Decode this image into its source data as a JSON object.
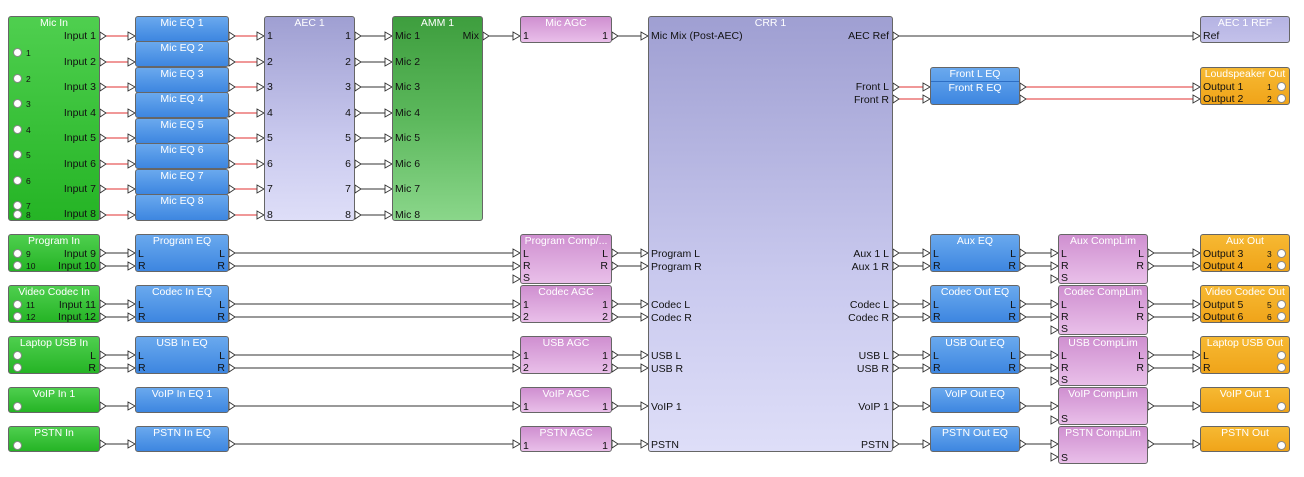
{
  "mic_in": {
    "title": "Mic In",
    "inputs": [
      "Input 1",
      "Input 2",
      "Input 3",
      "Input 4",
      "Input 5",
      "Input 6",
      "Input 7",
      "Input 8"
    ],
    "channels": [
      "1",
      "2",
      "3",
      "4",
      "5",
      "6",
      "7",
      "8"
    ]
  },
  "mic_eq": {
    "titles": [
      "Mic EQ 1",
      "Mic EQ 2",
      "Mic EQ 3",
      "Mic EQ 4",
      "Mic EQ 5",
      "Mic EQ 6",
      "Mic EQ 7",
      "Mic EQ 8"
    ]
  },
  "aec": {
    "title": "AEC 1",
    "ports": [
      "1",
      "2",
      "3",
      "4",
      "5",
      "6",
      "7",
      "8"
    ]
  },
  "amm": {
    "title": "AMM 1",
    "mics": [
      "Mic 1",
      "Mic 2",
      "Mic 3",
      "Mic 4",
      "Mic 5",
      "Mic 6",
      "Mic 7",
      "Mic 8"
    ],
    "mix": "Mix"
  },
  "mic_agc": {
    "title": "Mic AGC",
    "in": "1",
    "out": "1"
  },
  "crr": {
    "title": "CRR 1",
    "mic_mix": "Mic Mix (Post-AEC)",
    "aec_ref": "AEC Ref",
    "front_l": "Front L",
    "front_r": "Front R",
    "program_l": "Program L",
    "program_r": "Program R",
    "aux1_l": "Aux 1 L",
    "aux1_r": "Aux 1 R",
    "codec_l_in": "Codec L",
    "codec_r_in": "Codec R",
    "codec_l_out": "Codec L",
    "codec_r_out": "Codec R",
    "usb_l_in": "USB L",
    "usb_r_in": "USB R",
    "usb_l_out": "USB L",
    "usb_r_out": "USB R",
    "voip_in": "VoIP 1",
    "voip_out": "VoIP 1",
    "pstn_in": "PSTN",
    "pstn_out": "PSTN"
  },
  "aec_ref": {
    "title": "AEC 1 REF",
    "port": "Ref"
  },
  "front_eq": {
    "title_l": "Front L EQ",
    "title_r": "Front R EQ"
  },
  "loudspeaker": {
    "title": "Loudspeaker Out",
    "outputs": [
      "Output 1",
      "Output 2"
    ],
    "channels": [
      "1",
      "2"
    ]
  },
  "program_in": {
    "title": "Program In",
    "inputs": [
      "Input 9",
      "Input 10"
    ],
    "channels": [
      "9",
      "10"
    ]
  },
  "program_eq": {
    "title": "Program EQ",
    "l": "L",
    "r": "R"
  },
  "program_comp": {
    "title": "Program Comp/...",
    "l": "L",
    "r": "R",
    "s": "S"
  },
  "aux_eq": {
    "title": "Aux EQ",
    "l": "L",
    "r": "R"
  },
  "aux_complim": {
    "title": "Aux CompLim",
    "l": "L",
    "r": "R",
    "s": "S"
  },
  "aux_out": {
    "title": "Aux Out",
    "outputs": [
      "Output 3",
      "Output 4"
    ],
    "channels": [
      "3",
      "4"
    ]
  },
  "video_codec_in": {
    "title": "Video Codec In",
    "inputs": [
      "Input 11",
      "Input 12"
    ],
    "channels": [
      "11",
      "12"
    ]
  },
  "codec_in_eq": {
    "title": "Codec In EQ",
    "l": "L",
    "r": "R"
  },
  "codec_agc": {
    "title": "Codec AGC",
    "p1": "1",
    "p2": "2"
  },
  "codec_out_eq": {
    "title": "Codec Out EQ",
    "l": "L",
    "r": "R"
  },
  "codec_complim": {
    "title": "Codec CompLim",
    "l": "L",
    "r": "R",
    "s": "S"
  },
  "video_codec_out": {
    "title": "Video Codec Out",
    "outputs": [
      "Output 5",
      "Output 6"
    ],
    "channels": [
      "5",
      "6"
    ]
  },
  "laptop_usb_in": {
    "title": "Laptop USB In",
    "l": "L",
    "r": "R"
  },
  "usb_in_eq": {
    "title": "USB In EQ",
    "l": "L",
    "r": "R"
  },
  "usb_agc": {
    "title": "USB AGC",
    "p1": "1",
    "p2": "2"
  },
  "usb_out_eq": {
    "title": "USB Out EQ",
    "l": "L",
    "r": "R"
  },
  "usb_complim": {
    "title": "USB CompLim",
    "l": "L",
    "r": "R",
    "s": "S"
  },
  "laptop_usb_out": {
    "title": "Laptop USB Out",
    "l": "L",
    "r": "R"
  },
  "voip_in": {
    "title": "VoIP In 1"
  },
  "voip_in_eq": {
    "title": "VoIP In EQ 1"
  },
  "voip_agc": {
    "title": "VoIP AGC",
    "in": "1",
    "out": "1"
  },
  "voip_out_eq": {
    "title": "VoIP Out EQ"
  },
  "voip_complim": {
    "title": "VoIP CompLim",
    "s": "S"
  },
  "voip_out": {
    "title": "VoIP Out 1"
  },
  "pstn_in": {
    "title": "PSTN In"
  },
  "pstn_in_eq": {
    "title": "PSTN In EQ"
  },
  "pstn_agc": {
    "title": "PSTN AGC",
    "in": "1",
    "out": "1"
  },
  "pstn_out_eq": {
    "title": "PSTN Out EQ"
  },
  "pstn_complim": {
    "title": "PSTN CompLim",
    "s": "S"
  },
  "pstn_out": {
    "title": "PSTN Out"
  },
  "colors": {
    "input_green": "#33bb33",
    "eq_blue": "#4a90e2",
    "aec_purple": "#a6a6d8",
    "amm_green": "#4caf50",
    "agc_pink": "#dda0dd",
    "output_orange": "#f5a623",
    "wire_red": "#e03030",
    "wire_dark": "#333333"
  }
}
